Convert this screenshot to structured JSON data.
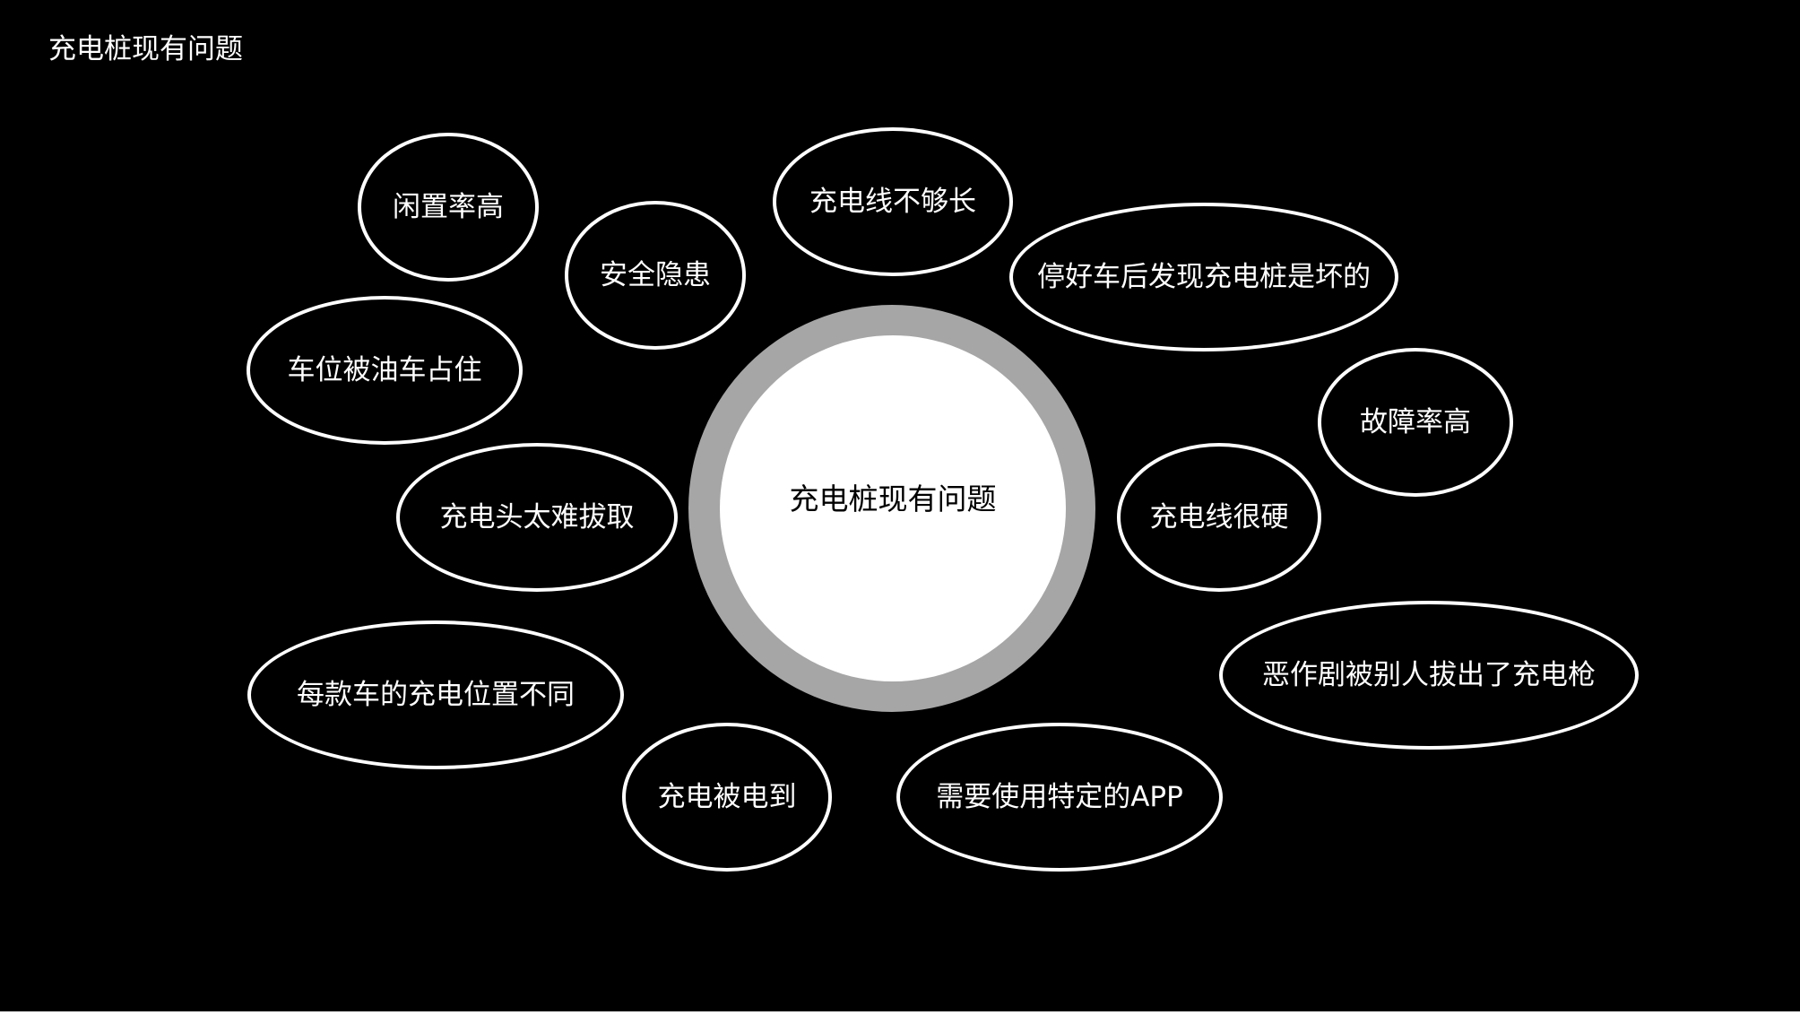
{
  "slide": {
    "title": "充电桩现有问题"
  },
  "center": {
    "label": "充电桩现有问题"
  },
  "issues": [
    "闲置率高",
    "安全隐患",
    "充电线不够长",
    "停好车后发现充电桩是坏的",
    "车位被油车占住",
    "故障率高",
    "充电头太难拔取",
    "充电线很硬",
    "每款车的充电位置不同",
    "恶作剧被别人拔出了充电枪",
    "充电被电到",
    "需要使用特定的APP"
  ],
  "colors": {
    "background": "#000000",
    "bubble_border": "#ffffff",
    "bubble_text": "#ffffff",
    "center_ring": "#a6a6a6",
    "center_fill": "#ffffff",
    "center_text": "#000000"
  }
}
